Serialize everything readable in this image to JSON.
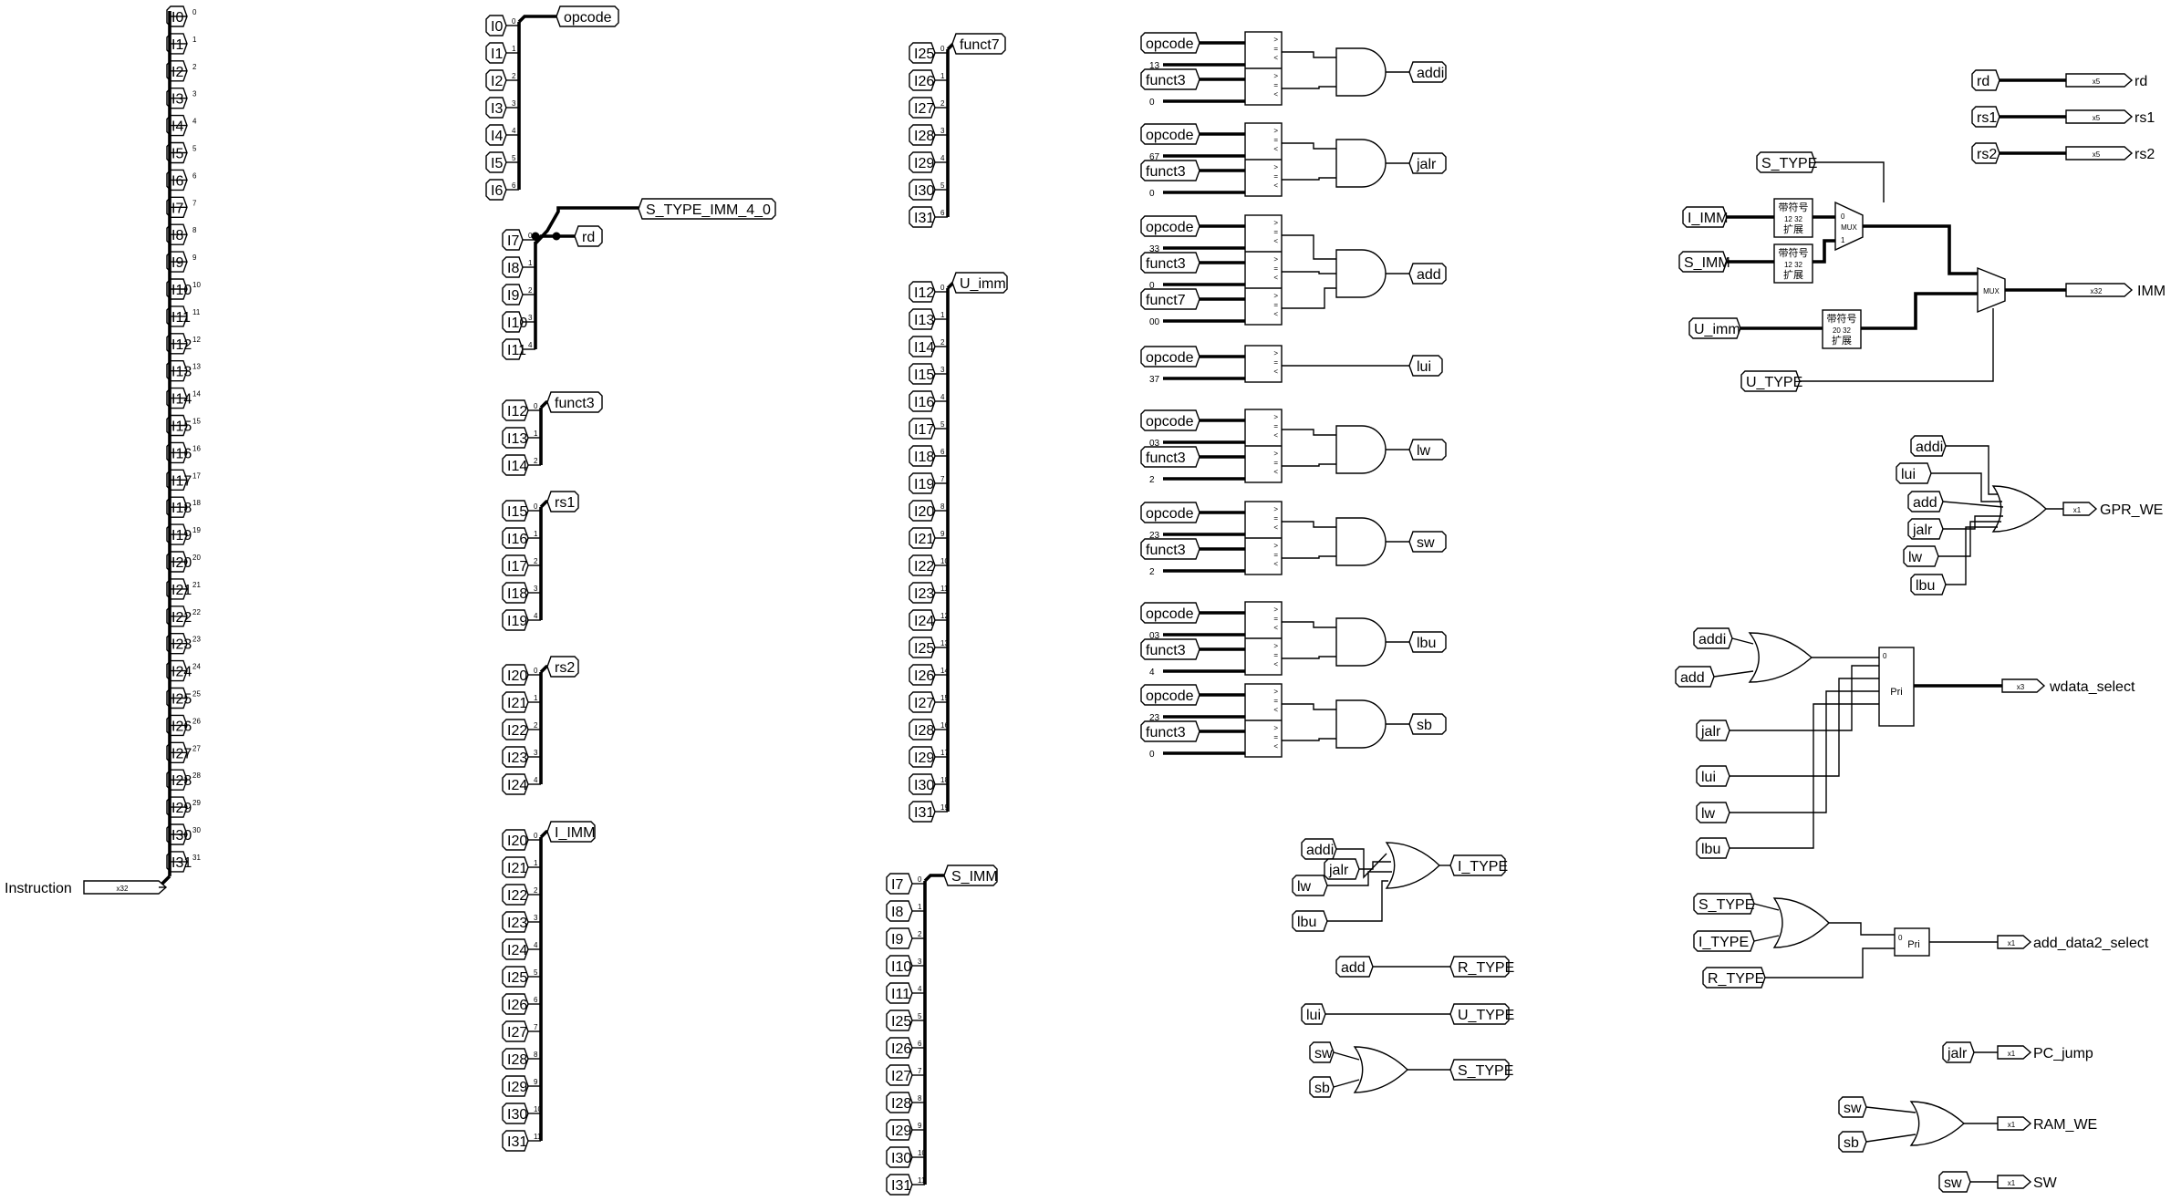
{
  "input_pin": {
    "label": "Instruction",
    "width": "x32"
  },
  "splitters": [
    {
      "tunnels": [
        "I0",
        "I1",
        "I2",
        "I3",
        "I4",
        "I5",
        "I6",
        "I7",
        "I8",
        "I9",
        "I10",
        "I11",
        "I12",
        "I13",
        "I14",
        "I15",
        "I16",
        "I17",
        "I18",
        "I19",
        "I20",
        "I21",
        "I22",
        "I23",
        "I24",
        "I25",
        "I26",
        "I27",
        "I28",
        "I29",
        "I30",
        "I31"
      ],
      "indices": [
        "0",
        "1",
        "2",
        "3",
        "4",
        "5",
        "6",
        "7",
        "8",
        "9",
        "10",
        "11",
        "12",
        "13",
        "14",
        "15",
        "16",
        "17",
        "18",
        "19",
        "20",
        "21",
        "22",
        "23",
        "24",
        "25",
        "26",
        "27",
        "28",
        "29",
        "30",
        "31"
      ]
    },
    {
      "out": "opcode",
      "tunnels": [
        "I0",
        "I1",
        "I2",
        "I3",
        "I4",
        "I5",
        "I6"
      ],
      "indices": [
        "0",
        "1",
        "2",
        "3",
        "4",
        "5",
        "6"
      ]
    },
    {
      "out": "rd",
      "tunnels": [
        "I7",
        "I8",
        "I9",
        "I10",
        "I11"
      ],
      "indices": [
        "0",
        "1",
        "2",
        "3",
        "4"
      ]
    },
    {
      "out": "funct3",
      "tunnels": [
        "I12",
        "I13",
        "I14"
      ],
      "indices": [
        "0",
        "1",
        "2"
      ]
    },
    {
      "out": "rs1",
      "tunnels": [
        "I15",
        "I16",
        "I17",
        "I18",
        "I19"
      ],
      "indices": [
        "0",
        "1",
        "2",
        "3",
        "4"
      ]
    },
    {
      "out": "rs2",
      "tunnels": [
        "I20",
        "I21",
        "I22",
        "I23",
        "I24"
      ],
      "indices": [
        "0",
        "1",
        "2",
        "3",
        "4"
      ]
    },
    {
      "out": "I_IMM",
      "tunnels": [
        "I20",
        "I21",
        "I22",
        "I23",
        "I24",
        "I25",
        "I26",
        "I27",
        "I28",
        "I29",
        "I30",
        "I31"
      ],
      "indices": [
        "0",
        "1",
        "2",
        "3",
        "4",
        "5",
        "6",
        "7",
        "8",
        "9",
        "10",
        "11"
      ]
    },
    {
      "out": "funct7",
      "tunnels": [
        "I25",
        "I26",
        "I27",
        "I28",
        "I29",
        "I30",
        "I31"
      ],
      "indices": [
        "0",
        "1",
        "2",
        "3",
        "4",
        "5",
        "6"
      ]
    },
    {
      "out": "U_imm",
      "tunnels": [
        "I12",
        "I13",
        "I14",
        "I15",
        "I16",
        "I17",
        "I18",
        "I19",
        "I20",
        "I21",
        "I22",
        "I23",
        "I24",
        "I25",
        "I26",
        "I27",
        "I28",
        "I29",
        "I30",
        "I31"
      ],
      "indices": [
        "0",
        "1",
        "2",
        "3",
        "4",
        "5",
        "6",
        "7",
        "8",
        "9",
        "10",
        "11",
        "12",
        "13",
        "14",
        "15",
        "16",
        "17",
        "18",
        "19"
      ]
    },
    {
      "out": "S_IMM",
      "tunnels": [
        "I7",
        "I8",
        "I9",
        "I10",
        "I11",
        "I25",
        "I26",
        "I27",
        "I28",
        "I29",
        "I30",
        "I31"
      ],
      "indices": [
        "0",
        "1",
        "2",
        "3",
        "4",
        "5",
        "6",
        "7",
        "8",
        "9",
        "10",
        "11"
      ]
    }
  ],
  "s_type_imm_label": "S_TYPE_IMM_4_0",
  "decoders": [
    {
      "out": "addi",
      "rows": [
        {
          "name": "opcode",
          "c": "13"
        },
        {
          "name": "funct3",
          "c": "0"
        }
      ]
    },
    {
      "out": "jalr",
      "rows": [
        {
          "name": "opcode",
          "c": "67"
        },
        {
          "name": "funct3",
          "c": "0"
        }
      ]
    },
    {
      "out": "add",
      "rows": [
        {
          "name": "opcode",
          "c": "33"
        },
        {
          "name": "funct3",
          "c": "0"
        },
        {
          "name": "funct7",
          "c": "00"
        }
      ]
    },
    {
      "out": "lui",
      "rows": [
        {
          "name": "opcode",
          "c": "37"
        }
      ]
    },
    {
      "out": "lw",
      "rows": [
        {
          "name": "opcode",
          "c": "03"
        },
        {
          "name": "funct3",
          "c": "2"
        }
      ]
    },
    {
      "out": "sw",
      "rows": [
        {
          "name": "opcode",
          "c": "23"
        },
        {
          "name": "funct3",
          "c": "2"
        }
      ]
    },
    {
      "out": "lbu",
      "rows": [
        {
          "name": "opcode",
          "c": "03"
        },
        {
          "name": "funct3",
          "c": "4"
        }
      ]
    },
    {
      "out": "sb",
      "rows": [
        {
          "name": "opcode",
          "c": "23"
        },
        {
          "name": "funct3",
          "c": "0"
        }
      ]
    }
  ],
  "type_logic": {
    "i_type": {
      "inputs": [
        "addi",
        "jalr",
        "lw",
        "lbu"
      ],
      "out": "I_TYPE"
    },
    "r_type": {
      "in": "add",
      "out": "R_TYPE"
    },
    "u_type": {
      "in": "lui",
      "out": "U_TYPE"
    },
    "s_type": {
      "inputs": [
        "sw",
        "sb"
      ],
      "out": "S_TYPE"
    }
  },
  "regs": [
    {
      "in": "rd",
      "width": "x5",
      "out": "rd"
    },
    {
      "in": "rs1",
      "width": "x5",
      "out": "rs1"
    },
    {
      "in": "rs2",
      "width": "x5",
      "out": "rs2"
    }
  ],
  "imm_mux": {
    "s_type": "S_TYPE",
    "i_imm": "I_IMM",
    "s_imm": "S_IMM",
    "u_imm": "U_imm",
    "u_type": "U_TYPE",
    "mux_label": "MUX",
    "mux_sel0": "0",
    "mux_sel1": "1",
    "ext_top": "带符号",
    "ext_bottom": "扩展",
    "ext_ratio_12": "12  32",
    "ext_ratio_20": "20  32",
    "width": "x32",
    "out": "IMM"
  },
  "gpr_we": {
    "inputs": [
      "addi",
      "lui",
      "add",
      "jalr",
      "lw",
      "lbu"
    ],
    "width": "x1",
    "out": "GPR_WE"
  },
  "wdata": {
    "or_inputs": [
      "addi",
      "add"
    ],
    "others": [
      "jalr",
      "lui",
      "lw",
      "lbu"
    ],
    "pri": "Pri",
    "pri_idx": "0",
    "width": "x3",
    "out": "wdata_select"
  },
  "add_data2": {
    "or_inputs": [
      "S_TYPE",
      "I_TYPE"
    ],
    "other": "R_TYPE",
    "pri": "Pri",
    "pri_idx": "0",
    "width": "x1",
    "out": "add_data2_select"
  },
  "pc_jump": {
    "in": "jalr",
    "width": "x1",
    "out": "PC_jump"
  },
  "ram_we": {
    "inputs": [
      "sw",
      "sb"
    ],
    "width": "x1",
    "out": "RAM_WE"
  },
  "sw_out": {
    "in": "sw",
    "width": "x1",
    "out": "SW"
  }
}
